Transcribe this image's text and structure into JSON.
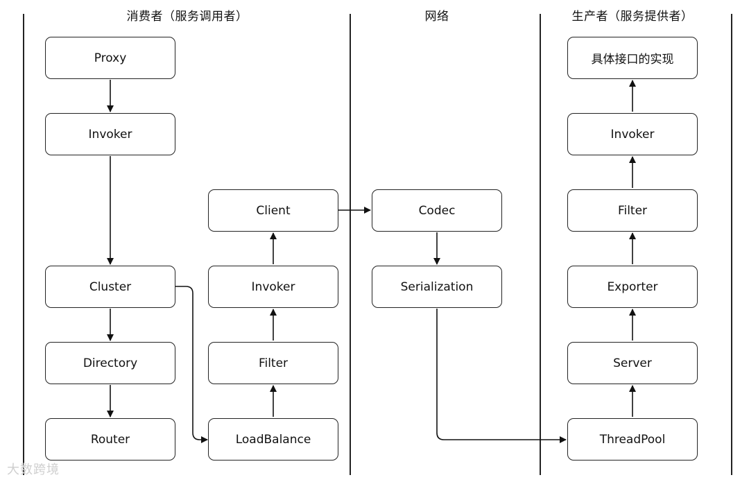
{
  "headings": {
    "consumer": "消费者（服务调用者）",
    "network": "网络",
    "provider": "生产者（服务提供者）"
  },
  "consumer": {
    "proxy": "Proxy",
    "invoker": "Invoker",
    "cluster": "Cluster",
    "directory": "Directory",
    "router": "Router",
    "client": "Client",
    "invoker2": "Invoker",
    "filter": "Filter",
    "loadbalance": "LoadBalance"
  },
  "network": {
    "codec": "Codec",
    "serialization": "Serialization"
  },
  "provider": {
    "impl": "具体接口的实现",
    "invoker": "Invoker",
    "filter": "Filter",
    "exporter": "Exporter",
    "server": "Server",
    "threadpool": "ThreadPool"
  },
  "watermark": "大数跨境"
}
